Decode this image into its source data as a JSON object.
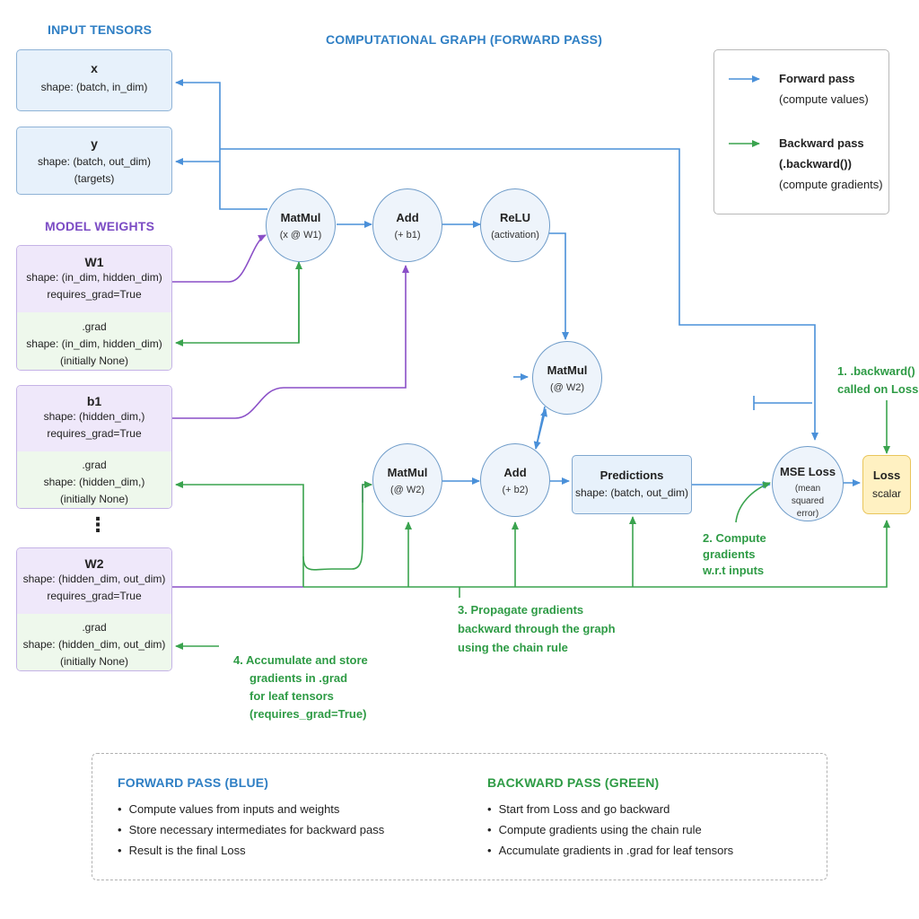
{
  "titles": {
    "input_tensors": "INPUT TENSORS",
    "graph": "COMPUTATIONAL GRAPH (FORWARD PASS)",
    "model_weights": "MODEL WEIGHTS"
  },
  "inputs": {
    "x": {
      "name": "x",
      "shape": "shape: (batch, in_dim)"
    },
    "y": {
      "name": "y",
      "shape": "shape: (batch, out_dim)",
      "note": "(targets)"
    }
  },
  "weights": {
    "w1": {
      "name": "W1",
      "shape": "shape: (in_dim, hidden_dim)",
      "req": "requires_grad=True",
      "grad": ".grad",
      "grad_shape": "shape: (in_dim, hidden_dim)",
      "grad_note": "(initially None)"
    },
    "b1": {
      "name": "b1",
      "shape": "shape: (hidden_dim,)",
      "req": "requires_grad=True",
      "grad": ".grad",
      "grad_shape": "shape: (hidden_dim,)",
      "grad_note": "(initially None)"
    },
    "ellipsis": "⋮",
    "w2": {
      "name": "W2",
      "shape": "shape: (hidden_dim, out_dim)",
      "req": "requires_grad=True",
      "grad": ".grad",
      "grad_shape": "shape: (hidden_dim, out_dim)",
      "grad_note": "(initially None)"
    }
  },
  "nodes": {
    "matmul1": {
      "label": "MatMul",
      "sub": "(x @ W1)"
    },
    "add1": {
      "label": "Add",
      "sub": "(+ b1)"
    },
    "relu": {
      "label": "ReLU",
      "sub": "(activation)"
    },
    "matmul_top": {
      "label": "MatMul",
      "sub": "(@ W2)"
    },
    "matmul2": {
      "label": "MatMul",
      "sub": "(@ W2)"
    },
    "add2": {
      "label": "Add",
      "sub": "(+ b2)"
    },
    "predictions": {
      "label": "Predictions",
      "sub": "shape: (batch, out_dim)"
    },
    "mse": {
      "label": "MSE Loss",
      "sub": "(mean squared error)"
    },
    "loss": {
      "label": "Loss",
      "sub": "scalar"
    }
  },
  "legend": {
    "forward_title": "Forward pass",
    "forward_sub": "(compute values)",
    "backward_title": "Backward pass",
    "backward_code": "(.backward())",
    "backward_sub": "(compute gradients)"
  },
  "annotations": {
    "a1_line1": "1. .backward()",
    "a1_line2": "called on Loss",
    "a2_line1": "2. Compute",
    "a2_line2": "gradients",
    "a2_line3": "w.r.t inputs",
    "a3_line1": "3. Propagate gradients",
    "a3_line2": "backward through the graph",
    "a3_line3": "using the chain rule",
    "a4_line1": "4. Accumulate and store",
    "a4_line2": "gradients in .grad",
    "a4_line3": "for leaf tensors",
    "a4_line4": "(requires_grad=True)"
  },
  "summary": {
    "forward_title": "FORWARD PASS (BLUE)",
    "forward_items": [
      "Compute values from inputs and weights",
      "Store necessary intermediates for backward pass",
      "Result is the final Loss"
    ],
    "backward_title": "BACKWARD PASS (GREEN)",
    "backward_items": [
      "Start from Loss and go backward",
      "Compute gradients using the chain rule",
      "Accumulate gradients in .grad for leaf tensors"
    ]
  },
  "colors": {
    "forward": "#4a90d9",
    "backward": "#3aa34e",
    "weights": "#8a4fc7",
    "title_blue": "#2f7fc4",
    "title_purple": "#7b4bc4",
    "loss_fill": "#fff1c2"
  }
}
